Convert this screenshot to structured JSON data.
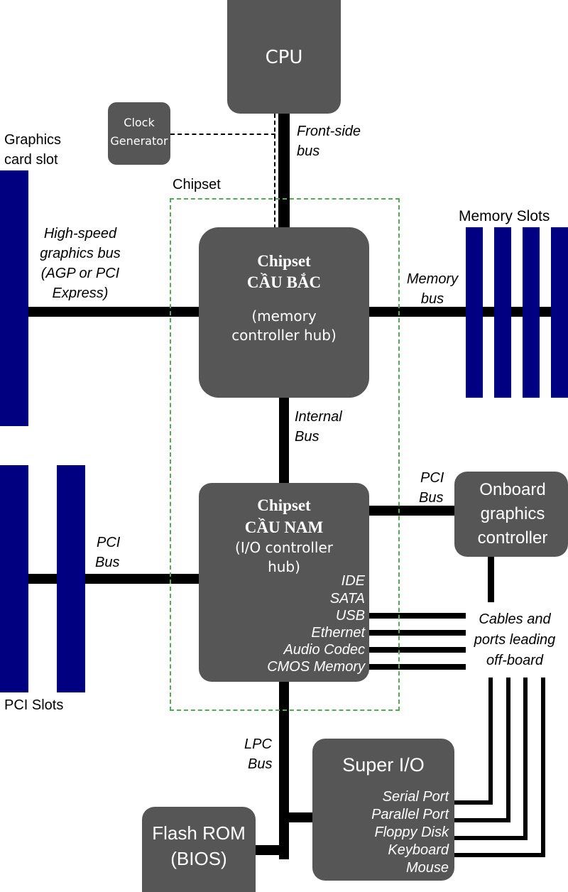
{
  "cpu": "CPU",
  "clock_generator": [
    "Clock",
    "Generator"
  ],
  "front_side_bus": [
    "Front-side",
    "bus"
  ],
  "graphics_card_slot": [
    "Graphics",
    "card slot"
  ],
  "chipset_label": "Chipset",
  "memory_slots": "Memory Slots",
  "graphics_bus": [
    "High-speed",
    "graphics bus",
    "(AGP or PCI",
    "Express)"
  ],
  "memory_bus": [
    "Memory",
    "bus"
  ],
  "northbridge": {
    "title": "Chipset",
    "name": "CẦU BẮC",
    "desc": [
      "(memory",
      "controller hub)"
    ]
  },
  "internal_bus": [
    "Internal",
    "Bus"
  ],
  "southbridge": {
    "title": "Chipset",
    "name": "CẦU NAM",
    "desc": [
      "(I/O controller",
      "hub)"
    ],
    "ports": [
      "IDE",
      "SATA",
      "USB",
      "Ethernet",
      "Audio Codec",
      "CMOS Memory"
    ]
  },
  "pci_bus_right": [
    "PCI",
    "Bus"
  ],
  "onboard_graphics": [
    "Onboard",
    "graphics",
    "controller"
  ],
  "pci_bus_left": [
    "PCI",
    "Bus"
  ],
  "cables": [
    "Cables and",
    "ports leading",
    "off-board"
  ],
  "pci_slots": "PCI Slots",
  "lpc_bus": [
    "LPC",
    "Bus"
  ],
  "super_io": {
    "title": "Super I/O",
    "ports": [
      "Serial Port",
      "Parallel Port",
      "Floppy Disk",
      "Keyboard",
      "Mouse"
    ]
  },
  "flash_rom": [
    "Flash ROM",
    "(BIOS)"
  ],
  "colors": {
    "box": "#565656",
    "slot": "#000080",
    "chipset_border": "#4caf50",
    "line": "#000000"
  }
}
